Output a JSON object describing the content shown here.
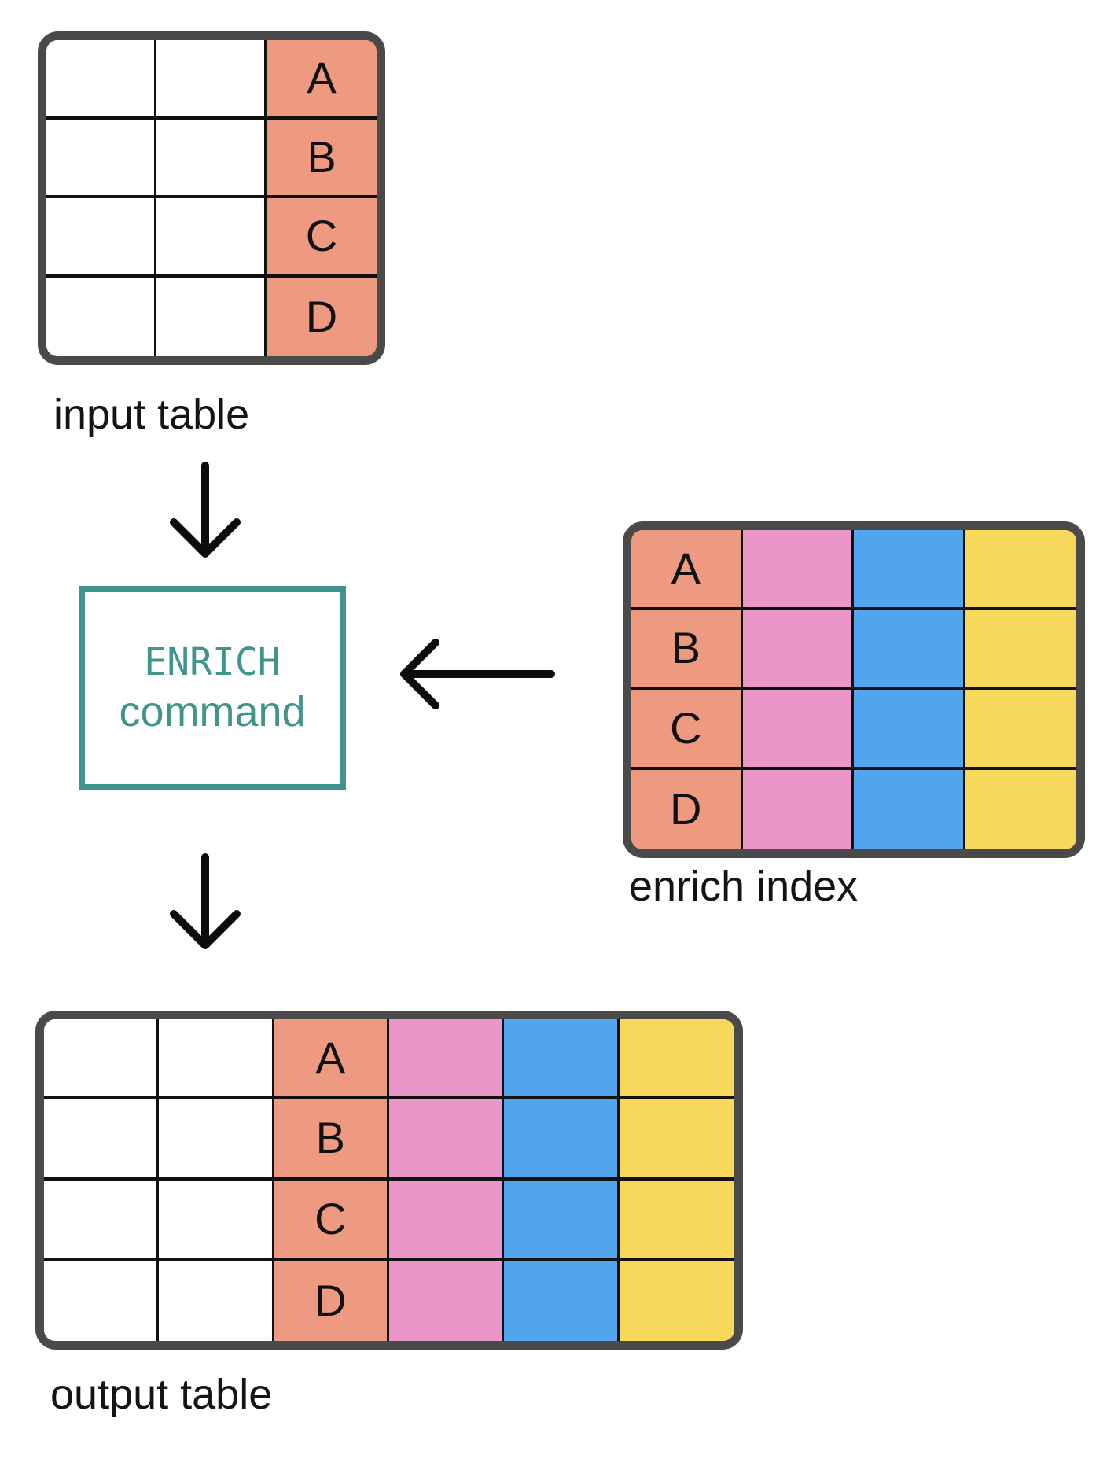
{
  "palette": {
    "salmon": "#EE9A81",
    "pink": "#EA96C8",
    "blue": "#50A5EC",
    "yellow": "#F7D85A",
    "teal": "#40948B",
    "table_border": "#4A4A4A",
    "grid_line": "#111111",
    "text": "#111111",
    "white": "#FFFFFF"
  },
  "enrich_command": {
    "line1": "ENRICH",
    "line2": "command"
  },
  "tables": {
    "input_table": {
      "label": "input table",
      "rows": 4,
      "columns": [
        {
          "color": "white",
          "cells": [
            "",
            "",
            "",
            ""
          ]
        },
        {
          "color": "white",
          "cells": [
            "",
            "",
            "",
            ""
          ]
        },
        {
          "color": "salmon",
          "cells": [
            "A",
            "B",
            "C",
            "D"
          ]
        }
      ]
    },
    "enrich_index": {
      "label": "enrich index",
      "rows": 4,
      "columns": [
        {
          "color": "salmon",
          "cells": [
            "A",
            "B",
            "C",
            "D"
          ]
        },
        {
          "color": "pink",
          "cells": [
            "",
            "",
            "",
            ""
          ]
        },
        {
          "color": "blue",
          "cells": [
            "",
            "",
            "",
            ""
          ]
        },
        {
          "color": "yellow",
          "cells": [
            "",
            "",
            "",
            ""
          ]
        }
      ]
    },
    "output_table": {
      "label": "output table",
      "rows": 4,
      "columns": [
        {
          "color": "white",
          "cells": [
            "",
            "",
            "",
            ""
          ]
        },
        {
          "color": "white",
          "cells": [
            "",
            "",
            "",
            ""
          ]
        },
        {
          "color": "salmon",
          "cells": [
            "A",
            "B",
            "C",
            "D"
          ]
        },
        {
          "color": "pink",
          "cells": [
            "",
            "",
            "",
            ""
          ]
        },
        {
          "color": "blue",
          "cells": [
            "",
            "",
            "",
            ""
          ]
        },
        {
          "color": "yellow",
          "cells": [
            "",
            "",
            "",
            ""
          ]
        }
      ]
    }
  }
}
